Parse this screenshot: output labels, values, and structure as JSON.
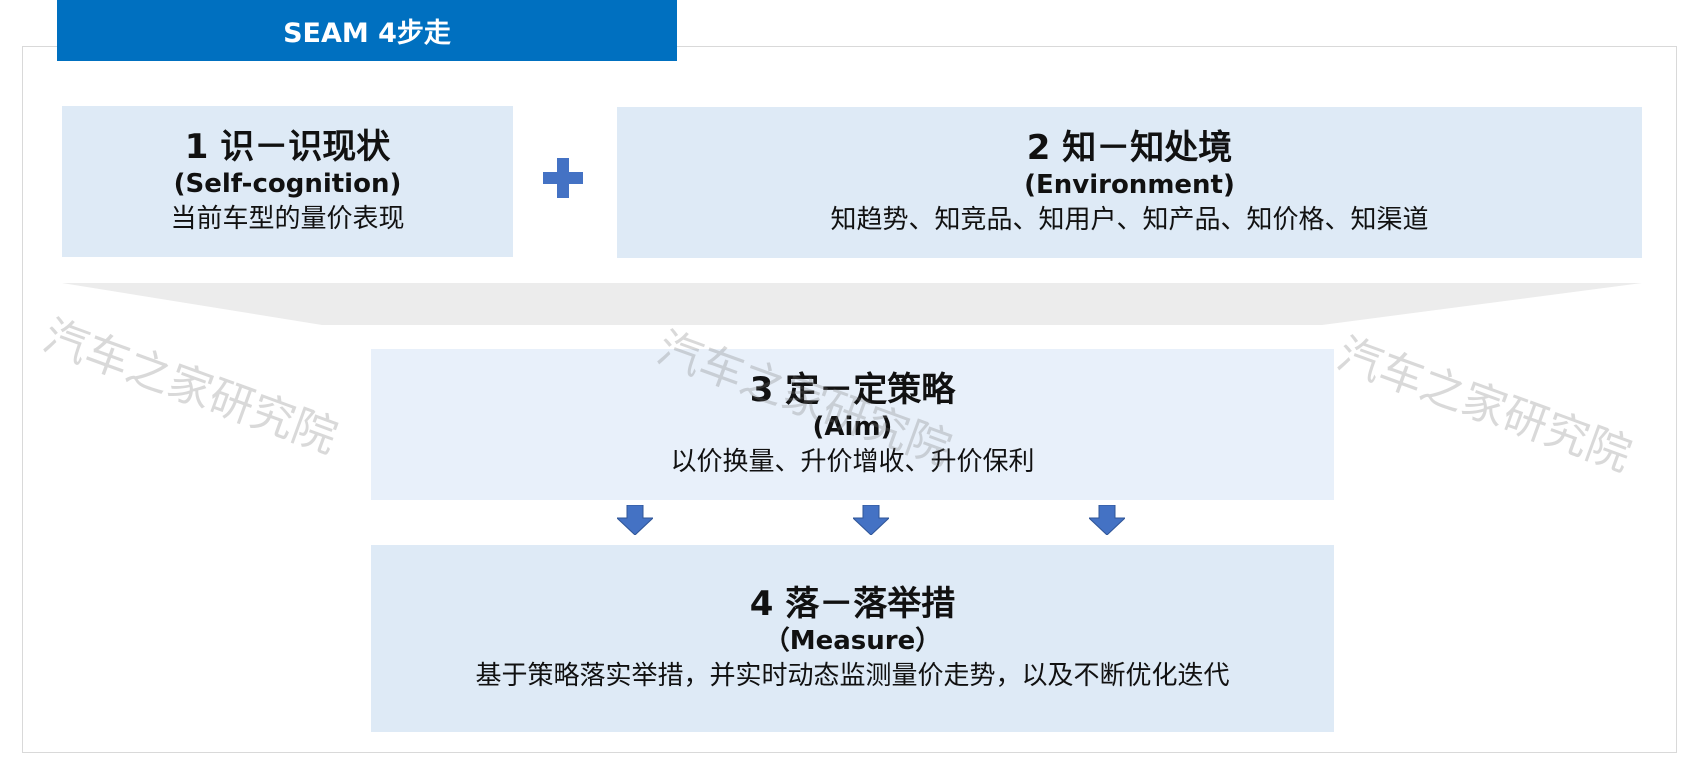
{
  "header": {
    "title": "SEAM 4步走"
  },
  "steps": [
    {
      "title": "1 识－识现状",
      "subtitle": "(Self-cognition)",
      "description": "当前车型的量价表现"
    },
    {
      "title": "2 知－知处境",
      "subtitle": "(Environment)",
      "description": "知趋势、知竞品、知用户、知产品、知价格、知渠道"
    },
    {
      "title": "3 定－定策略",
      "subtitle": "(Aim)",
      "description": "以价换量、升价增收、升价保利"
    },
    {
      "title": "4 落－落举措",
      "subtitle": "（Measure）",
      "description": "基于策略落实举措，并实时动态监测量价走势，以及不断优化迭代"
    }
  ],
  "watermark": "汽车之家研究院",
  "colors": {
    "header": "#0070c0",
    "box": "#deeaf6",
    "box_light": "#e8f0fa",
    "arrow": "#4472c4",
    "funnel": "#ececec"
  },
  "icons": {
    "plus": "plus-icon",
    "arrow": "arrow-down-icon"
  }
}
